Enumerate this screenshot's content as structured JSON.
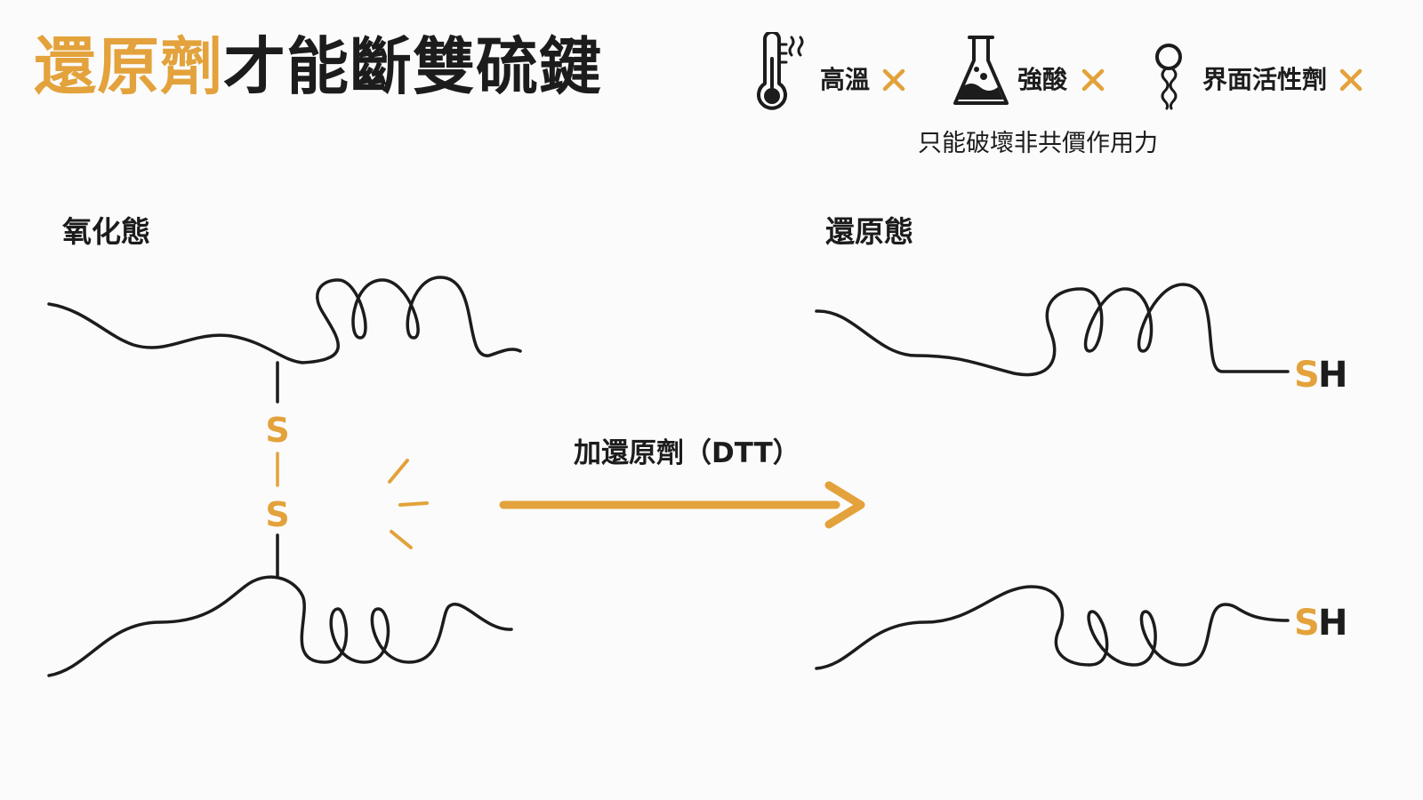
{
  "title": {
    "highlight": "還原劑",
    "rest": "才能斷雙硫鍵"
  },
  "conditions": [
    {
      "label": "高溫",
      "icon": "thermometer-icon",
      "status": "cross-icon"
    },
    {
      "label": "強酸",
      "icon": "flask-icon",
      "status": "cross-icon"
    },
    {
      "label": "界面活性劑",
      "icon": "surfactant-icon",
      "status": "cross-icon"
    }
  ],
  "note": "只能破壞非共價作用力",
  "oxidized": {
    "label": "氧化態",
    "bond_atom_1": "S",
    "bond_atom_2": "S"
  },
  "reaction": {
    "label": "加還原劑（DTT）"
  },
  "reduced": {
    "label": "還原態",
    "group_top_s": "S",
    "group_top_h": "H",
    "group_bottom_s": "S",
    "group_bottom_h": "H"
  },
  "colors": {
    "accent": "#e3a23b",
    "ink": "#1c1c1c",
    "background": "#fbfbfb"
  }
}
